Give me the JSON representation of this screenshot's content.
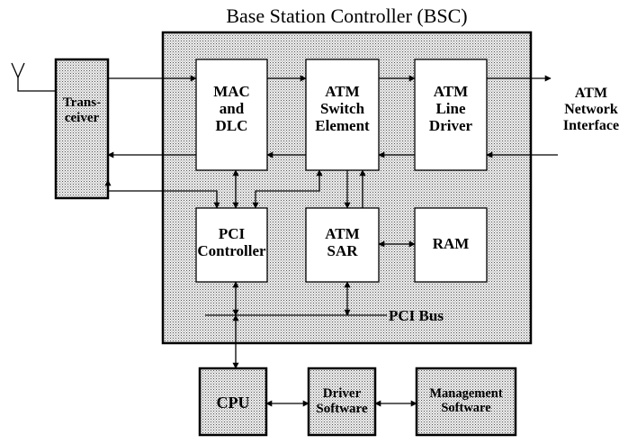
{
  "title": "Base Station Controller (BSC)",
  "blocks": {
    "transceiver": "Trans-\nceiver",
    "mac_dlc": "MAC\nand\nDLC",
    "atm_switch": "ATM\nSwitch\nElement",
    "atm_line_driver": "ATM\nLine\nDriver",
    "pci_controller": "PCI\nController",
    "atm_sar": "ATM\nSAR",
    "ram": "RAM",
    "cpu": "CPU",
    "driver_software": "Driver\nSoftware",
    "management_software": "Management\nSoftware"
  },
  "external": {
    "atm_network_interface": "ATM\nNetwork\nInterface"
  },
  "bus": {
    "pci_bus": "PCI Bus"
  },
  "icons": [
    "antenna-icon",
    "arrow-icon"
  ]
}
